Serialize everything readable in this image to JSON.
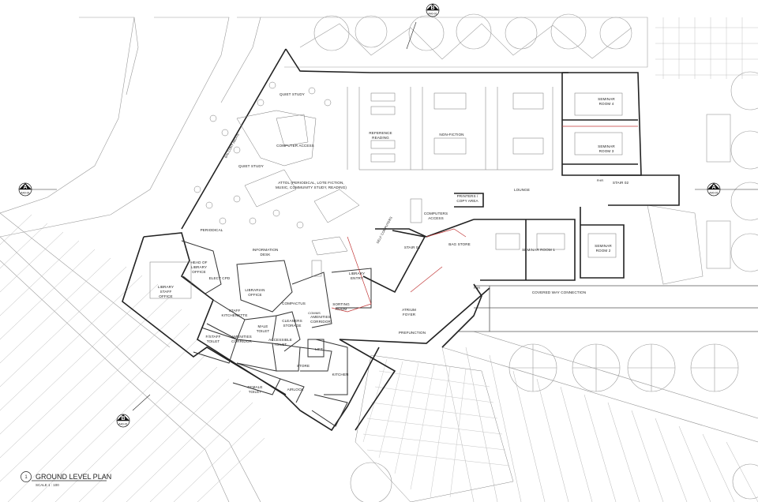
{
  "drawing": {
    "title_number": "1",
    "title": "GROUND LEVEL PLAN",
    "scale": "SCALE  1 : 100"
  },
  "section_markers": {
    "b_top": {
      "letter": "B",
      "ref": "A40-01"
    },
    "b_bottom": {
      "letter": "B",
      "ref": "A40-01"
    },
    "a_left": {
      "letter": "A",
      "ref": "A40-01"
    },
    "a_right": {
      "letter": "A",
      "ref": "A40-01"
    }
  },
  "rooms": {
    "quiet_study_1": "QUIET STUDY",
    "quiet_study_2": "QUIET STUDY",
    "balcony": "BALCONY ABOVE",
    "computer_access": "COMPUTER ACCESS",
    "attol": "ATTOL (PERIODICAL, LOTE FICTION,",
    "attol_2": "MUSIC, COMMUNITY STUDY, READING)",
    "periodical": "PERIODICAL",
    "reference_reading": "REFERENCE",
    "reference_reading_2": "READING",
    "non_fiction": "NON-FICTION",
    "seminar_4": "SEMINAR",
    "seminar_4b": "ROOM 4",
    "seminar_3": "SEMINAR",
    "seminar_3b": "ROOM 3",
    "lounge": "LOUNGE",
    "fhr_1": "FHR",
    "stair_02": "STAIR 02",
    "printers": "PRINTERS /",
    "printers_2": "COPY AREA",
    "computers_access": "COMPUTERS",
    "computers_access_2": "ACCESS",
    "self_computers": "SELF COMPUTERS",
    "stair_01": "STAIR 01",
    "bag_store": "BAG STORE",
    "seminar_1": "SEMINAR ROOM 1",
    "seminar_2": "SEMINAR",
    "seminar_2b": "ROOM 2",
    "info_desk": "INFORMATION",
    "info_desk_2": "DESK",
    "head_office": "HEAD OF",
    "head_office_2": "LIBRARY",
    "head_office_3": "OFFICE",
    "elect_cpd": "ELECT CPD",
    "library_staff": "LIBRARY",
    "library_staff_2": "STAFF",
    "library_staff_3": "OFFICE",
    "librarian": "LIBRARIAN",
    "librarian_2": "OFFICE",
    "library_entry": "LIBRARY",
    "library_entry_2": "ENTRY",
    "compactus": "COMPACTUS",
    "comms": "COMMS",
    "staff_kitchenette": "STAFF",
    "staff_kitchenette_2": "KITCHENETTE",
    "male_toilet": "MALE",
    "male_toilet_2": "TOILET",
    "cleaners": "CLEANERS",
    "cleaners_2": "STORAGE",
    "amenities_corr": "AMENITIES",
    "amenities_corr_2": "CORRIDOR",
    "sorting": "SORTING",
    "sorting_2": "ROOM",
    "amenities_corr_b": "AMENITIES",
    "amenities_corr_b2": "CORRIDOR",
    "f_staff": "F/STAFF",
    "f_staff_2": "TOILET",
    "accessible": "ACCESSIBLE",
    "accessible_2": "TOILET",
    "lift": "LIFT",
    "store": "STORE",
    "female": "FEMALE",
    "female_2": "TOILET",
    "airlock": "AIRLOCK",
    "kitchen": "KITCHEN",
    "atrium": "ATRIUM",
    "atrium_2": "FOYER",
    "prefunction": "PREFUNCTION",
    "fhr_2": "FHR",
    "covered_way": "COVERED WAY CONNECTION"
  }
}
